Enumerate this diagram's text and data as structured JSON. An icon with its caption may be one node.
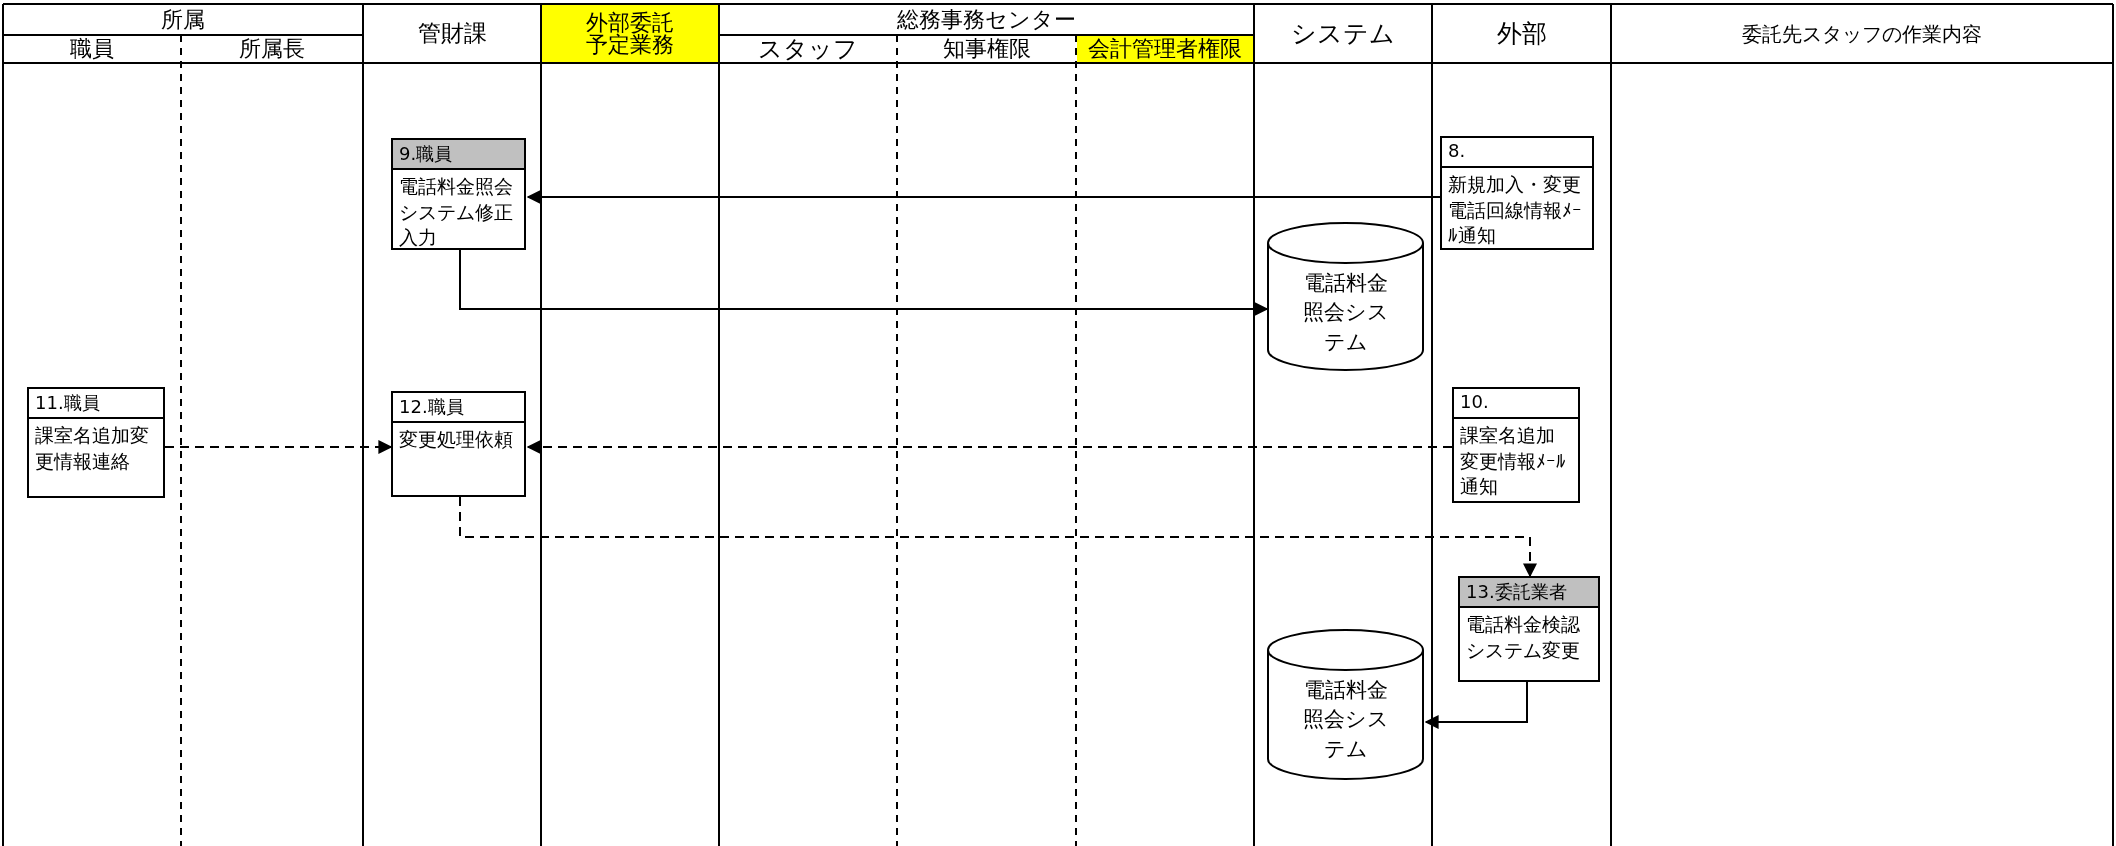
{
  "diagram": {
    "nodes": [
      {
        "text": [
          "9.職員",
          "電話料金照会システム修正入力"
        ]
      },
      {
        "text": [
          "8.",
          "新規加入・変更電話回線情報ﾒｰﾙ通知"
        ]
      },
      {
        "text": [
          "電話料金照会システム"
        ]
      },
      {
        "text": [
          "11.職員",
          "課室名追加変更情報連絡"
        ]
      },
      {
        "text": [
          "12.職員",
          "変更処理依頼"
        ]
      },
      {
        "text": [
          "10.",
          "課室名追加変更情報ﾒｰﾙ通知"
        ]
      },
      {
        "text": [
          "13.委託業者",
          "電話料金検認システム変更"
        ]
      },
      {
        "text": [
          "電話料金照会システム"
        ]
      }
    ],
    "edges": [
      {
        "from": 1,
        "to": 0,
        "arrow": "to"
      },
      {
        "from": 0,
        "to": 2,
        "arrow": "to"
      },
      {
        "from": 3,
        "to": 4,
        "arrow": "to",
        "style": "dashed"
      },
      {
        "from": 5,
        "to": 4,
        "arrow": "to",
        "style": "dashed"
      },
      {
        "from": 4,
        "to": 6,
        "arrow": "to",
        "style": "dashed"
      },
      {
        "from": 6,
        "to": 7,
        "arrow": "to"
      }
    ],
    "labels": [
      "所属",
      "管財課",
      "外部委託予定業務",
      "総務事務センター",
      "システム",
      "外部",
      "委託先スタッフの作業内容",
      "職員",
      "所属長",
      "スタッフ",
      "知事権限",
      "会計管理者権限"
    ]
  }
}
